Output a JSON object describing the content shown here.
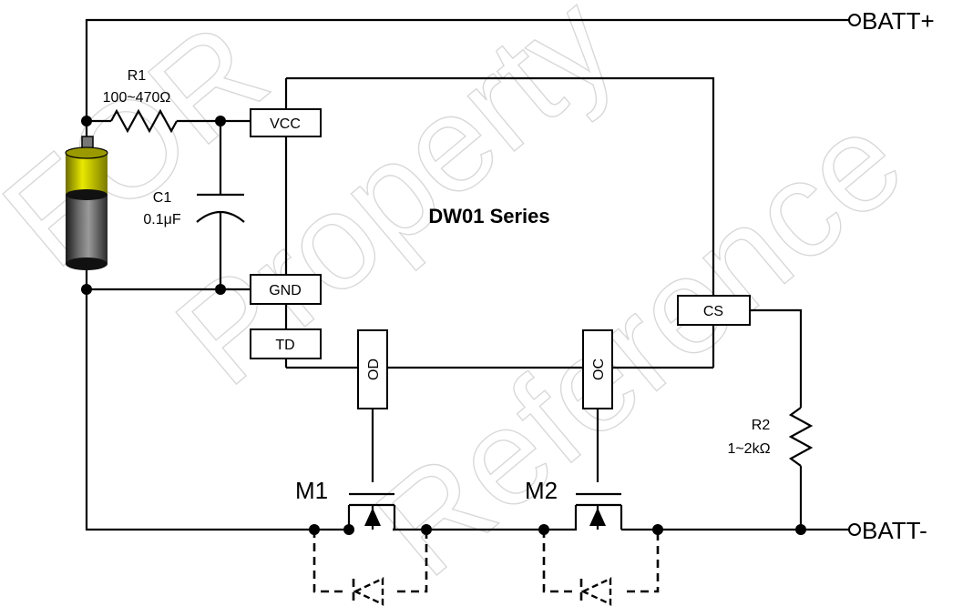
{
  "chip": {
    "title": "DW01 Series"
  },
  "pins": {
    "vcc": "VCC",
    "gnd": "GND",
    "td": "TD",
    "cs": "CS",
    "od": "OD",
    "oc": "OC"
  },
  "terminals": {
    "batt_plus": "BATT+",
    "batt_minus": "BATT-"
  },
  "components": {
    "r1": {
      "name": "R1",
      "value": "100~470Ω"
    },
    "c1": {
      "name": "C1",
      "value": "0.1μF"
    },
    "r2": {
      "name": "R2",
      "value": "1~2kΩ"
    },
    "m1": {
      "name": "M1"
    },
    "m2": {
      "name": "M2"
    }
  },
  "watermark": {
    "line1": "FOR",
    "line2": "Property",
    "line3": "Reference"
  },
  "colors": {
    "battery_top": "#d4d400",
    "battery_body": "#5a5a5a",
    "watermark": "#cccccc"
  }
}
